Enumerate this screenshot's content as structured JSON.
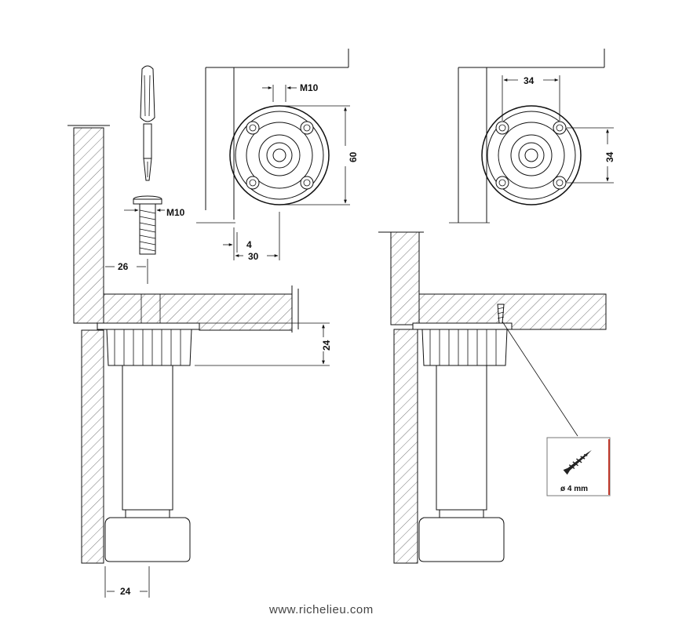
{
  "dimensions": {
    "thread_top_view": "M10",
    "flange_diameter": "60",
    "offset_small": "4",
    "offset_30": "30",
    "thread_bolt": "M10",
    "wall_offset": "26",
    "base_height": "24",
    "foot_width": "24",
    "hole_spacing_h": "34",
    "hole_spacing_v": "34"
  },
  "callout": {
    "screw_label": "ø 4 mm",
    "icon": "wood-screw-icon"
  },
  "footer": {
    "url": "www.richelieu.com"
  },
  "colors": {
    "line": "#111111",
    "callout_accent": "#c0392b"
  }
}
